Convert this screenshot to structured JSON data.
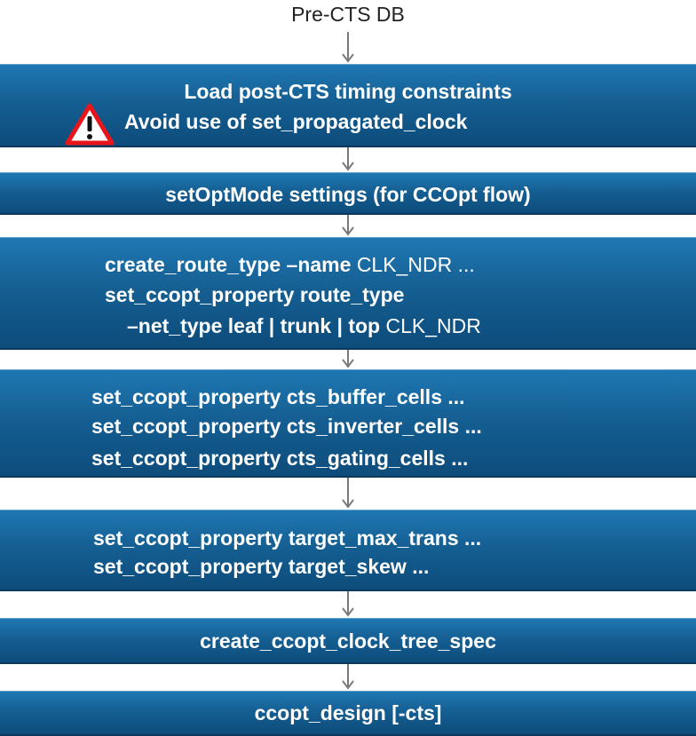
{
  "start": "Pre-CTS DB",
  "steps": [
    {
      "lines": [
        [
          "Load post-CTS timing constraints"
        ],
        [
          "Avoid use of set_propagated_clock"
        ]
      ]
    },
    {
      "lines": [
        [
          "setOptMode settings (for CCOpt flow)"
        ]
      ]
    },
    {
      "lines": [
        [
          "create_route_type –name ",
          "CLK_NDR ..."
        ],
        [
          "set_ccopt_property route_type"
        ],
        [
          "–net_type leaf | trunk | top ",
          "CLK_NDR"
        ]
      ]
    },
    {
      "lines": [
        [
          "set_ccopt_property cts_buffer_cells ..."
        ],
        [
          "set_ccopt_property cts_inverter_cells ..."
        ],
        [
          "set_ccopt_property cts_gating_cells ..."
        ]
      ]
    },
    {
      "lines": [
        [
          "set_ccopt_property target_max_trans ..."
        ],
        [
          "set_ccopt_property target_skew ..."
        ]
      ]
    },
    {
      "lines": [
        [
          "create_ccopt_clock_tree_spec"
        ]
      ]
    },
    {
      "lines": [
        [
          "ccopt_design [-cts]"
        ]
      ]
    }
  ],
  "colors": {
    "box_top": "#1f78b3",
    "box_bottom": "#0d4c7b",
    "arrow": "#7a7a7a",
    "warning_red": "#e8161b"
  },
  "icons": [
    "warning-triangle-icon",
    "down-arrow-icon"
  ]
}
